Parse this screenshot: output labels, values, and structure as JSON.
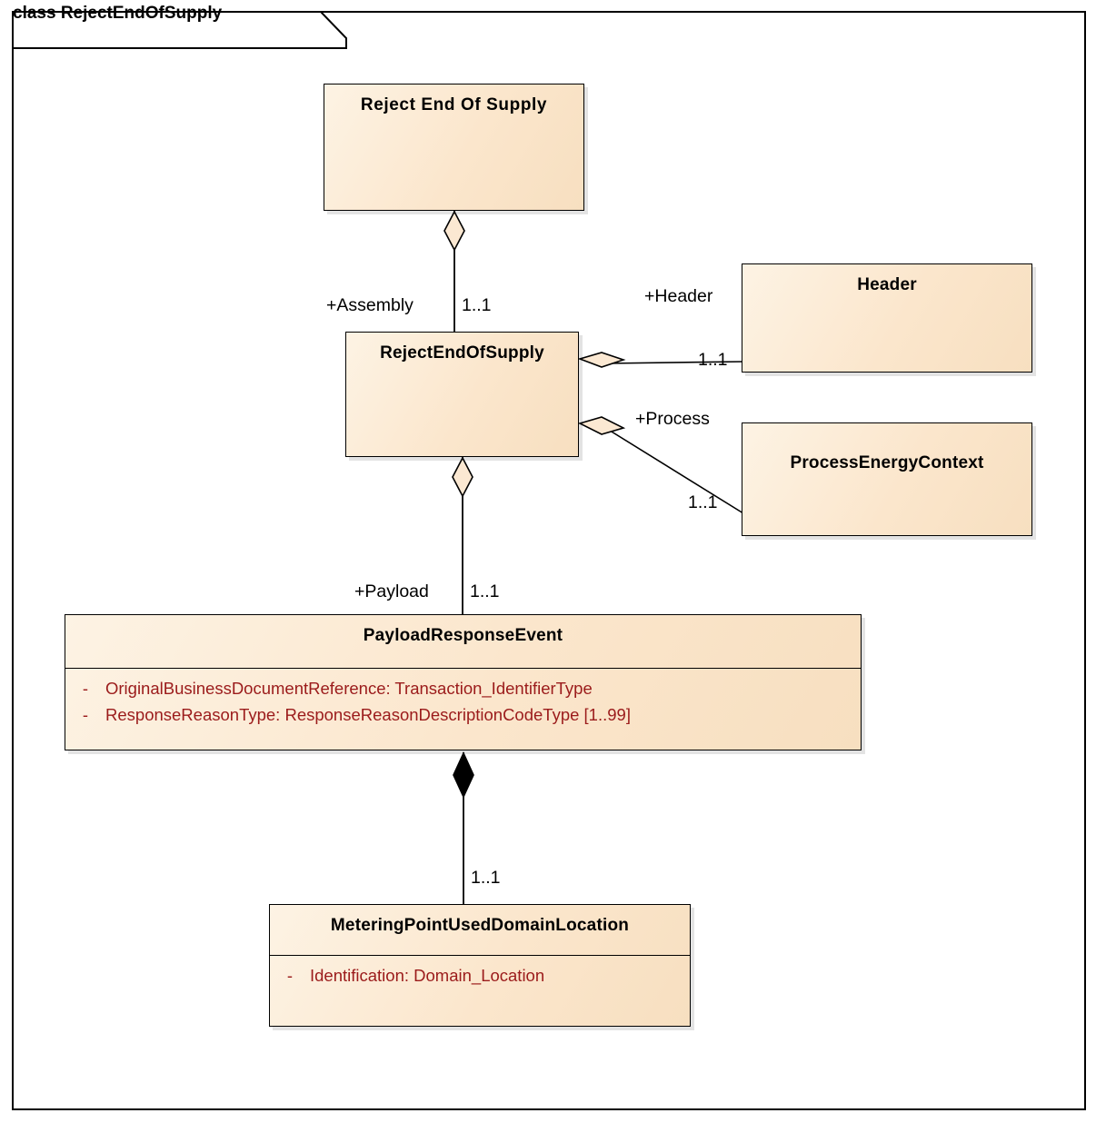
{
  "diagram": {
    "frame_label": "class RejectEndOfSupply",
    "kind": "uml-class-diagram"
  },
  "colors": {
    "class_fill_light": "#fdf3e4",
    "class_fill_dark": "#f7dfc0",
    "border": "#000000",
    "attribute_text": "#9b1b1b",
    "title_text": "#000000",
    "background": "#ffffff"
  },
  "classes": {
    "reject_end_of_supply_top": {
      "name": "Reject End Of Supply",
      "attributes": []
    },
    "reject_end_of_supply_mid": {
      "name": "RejectEndOfSupply",
      "attributes": []
    },
    "header": {
      "name": "Header",
      "attributes": []
    },
    "process_energy_context": {
      "name": "ProcessEnergyContext",
      "attributes": []
    },
    "payload_response_event": {
      "name": "PayloadResponseEvent",
      "attributes": [
        {
          "visibility": "-",
          "text": "OriginalBusinessDocumentReference: Transaction_IdentifierType"
        },
        {
          "visibility": "-",
          "text": "ResponseReasonType: ResponseReasonDescriptionCodeType [1..99]"
        }
      ]
    },
    "metering_point_used_domain_location": {
      "name": "MeteringPointUsedDomainLocation",
      "attributes": [
        {
          "visibility": "-",
          "text": "Identification: Domain_Location"
        }
      ]
    }
  },
  "relationships": {
    "assembly": {
      "role": "+Assembly",
      "multiplicity": "1..1",
      "type": "aggregation"
    },
    "header": {
      "role": "+Header",
      "multiplicity": "1..1",
      "type": "aggregation"
    },
    "process": {
      "role": "+Process",
      "multiplicity": "1..1",
      "type": "aggregation"
    },
    "payload": {
      "role": "+Payload",
      "multiplicity": "1..1",
      "type": "aggregation"
    },
    "metering_point": {
      "role": "",
      "multiplicity": "1..1",
      "type": "composition"
    }
  }
}
